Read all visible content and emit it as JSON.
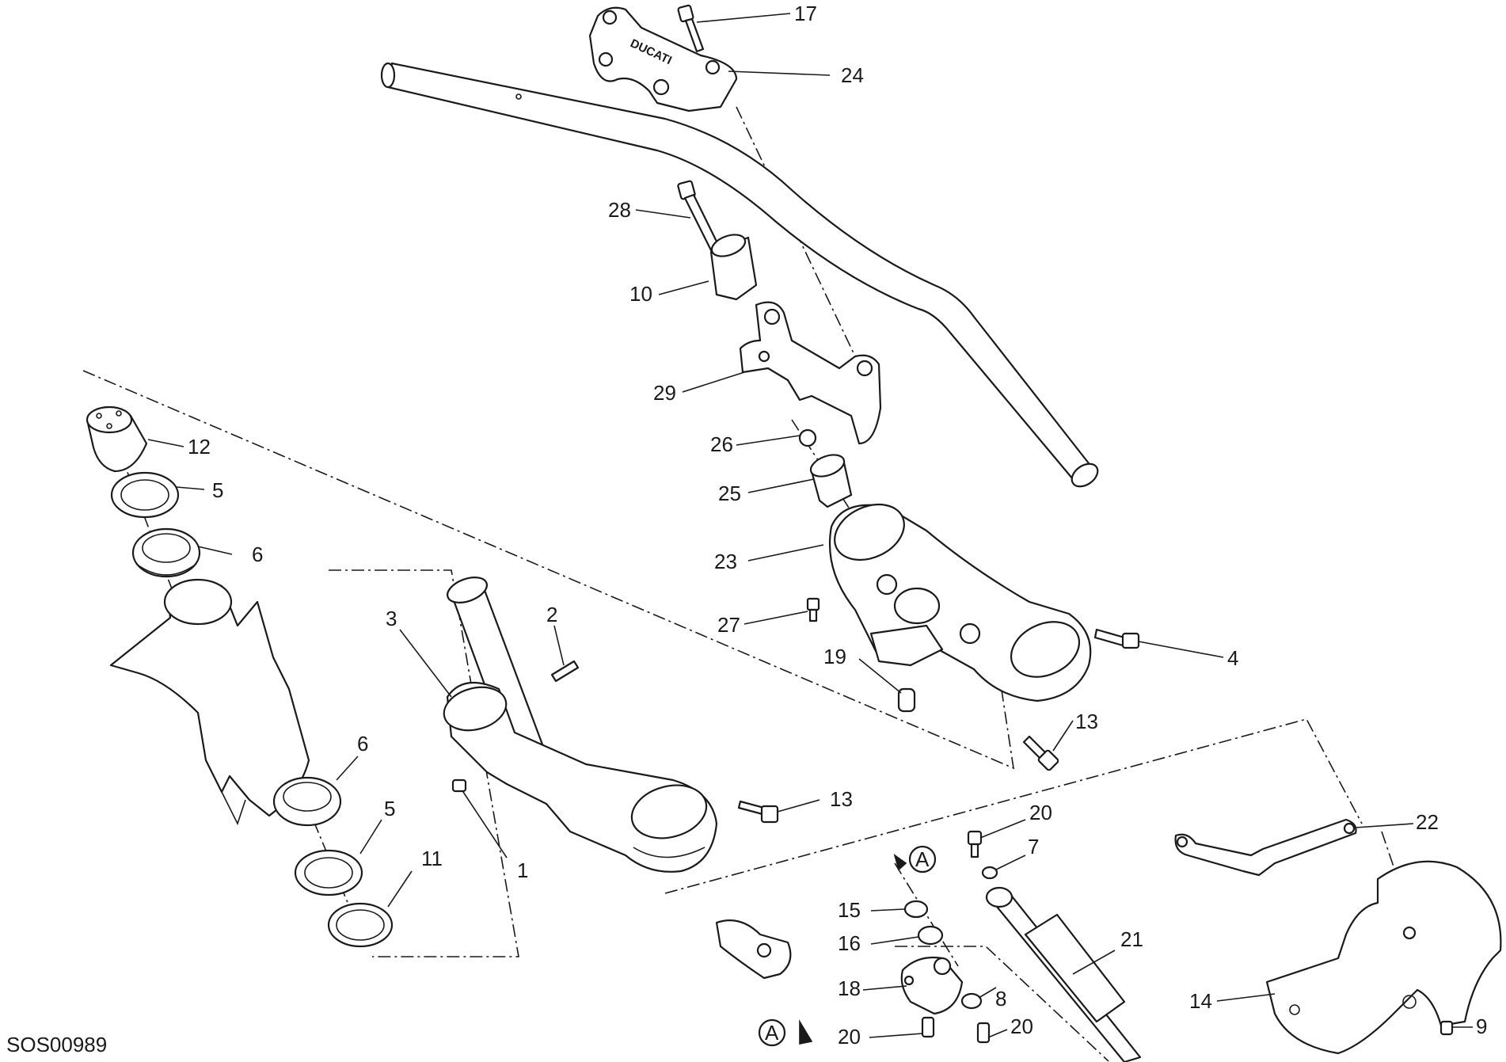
{
  "drawing_number": "SOS00989",
  "brand_mark": "DUCATI",
  "view_marker": "A",
  "callouts": [
    {
      "id": "c17",
      "text": "17"
    },
    {
      "id": "c24",
      "text": "24"
    },
    {
      "id": "c28",
      "text": "28"
    },
    {
      "id": "c10",
      "text": "10"
    },
    {
      "id": "c29",
      "text": "29"
    },
    {
      "id": "c26",
      "text": "26"
    },
    {
      "id": "c25",
      "text": "25"
    },
    {
      "id": "c23",
      "text": "23"
    },
    {
      "id": "c27",
      "text": "27"
    },
    {
      "id": "c19",
      "text": "19"
    },
    {
      "id": "c4",
      "text": "4"
    },
    {
      "id": "c13a",
      "text": "13"
    },
    {
      "id": "c12",
      "text": "12"
    },
    {
      "id": "c5a",
      "text": "5"
    },
    {
      "id": "c6a",
      "text": "6"
    },
    {
      "id": "c3",
      "text": "3"
    },
    {
      "id": "c2",
      "text": "2"
    },
    {
      "id": "c1",
      "text": "1"
    },
    {
      "id": "c13b",
      "text": "13"
    },
    {
      "id": "c6b",
      "text": "6"
    },
    {
      "id": "c5b",
      "text": "5"
    },
    {
      "id": "c11",
      "text": "11"
    },
    {
      "id": "c20a",
      "text": "20"
    },
    {
      "id": "c7",
      "text": "7"
    },
    {
      "id": "c15",
      "text": "15"
    },
    {
      "id": "c16",
      "text": "16"
    },
    {
      "id": "c18",
      "text": "18"
    },
    {
      "id": "c8",
      "text": "8"
    },
    {
      "id": "c20b",
      "text": "20"
    },
    {
      "id": "c20c",
      "text": "20"
    },
    {
      "id": "c21",
      "text": "21"
    },
    {
      "id": "c22",
      "text": "22"
    },
    {
      "id": "c14",
      "text": "14"
    },
    {
      "id": "c9",
      "text": "9"
    }
  ]
}
